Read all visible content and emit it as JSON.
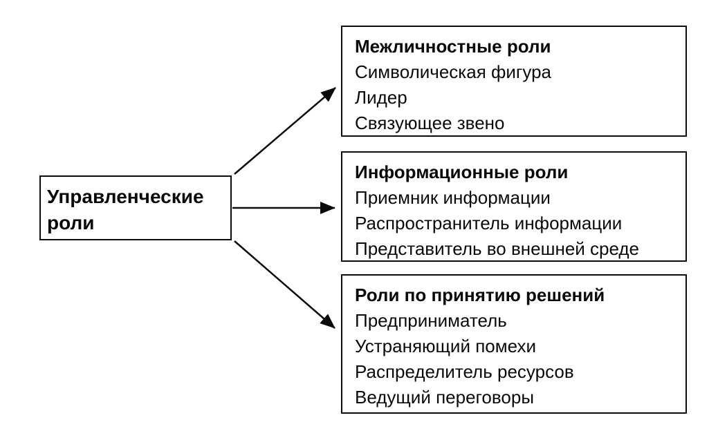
{
  "diagram": {
    "root": {
      "title": "Управленческие роли"
    },
    "branches": [
      {
        "title": "Межличностные роли",
        "items": [
          "Символическая фигура",
          "Лидер",
          "Связующее звено"
        ]
      },
      {
        "title": "Информационные роли",
        "items": [
          "Приемник информации",
          "Распространитель информации",
          "Представитель во внешней среде"
        ]
      },
      {
        "title": "Роли по принятию решений",
        "items": [
          "Предприниматель",
          "Устраняющий помехи",
          "Распределитель ресурсов",
          "Ведущий переговоры"
        ]
      }
    ],
    "colors": {
      "line": "#0a0a0a",
      "background": "#ffffff",
      "text": "#0a0a0a"
    }
  }
}
